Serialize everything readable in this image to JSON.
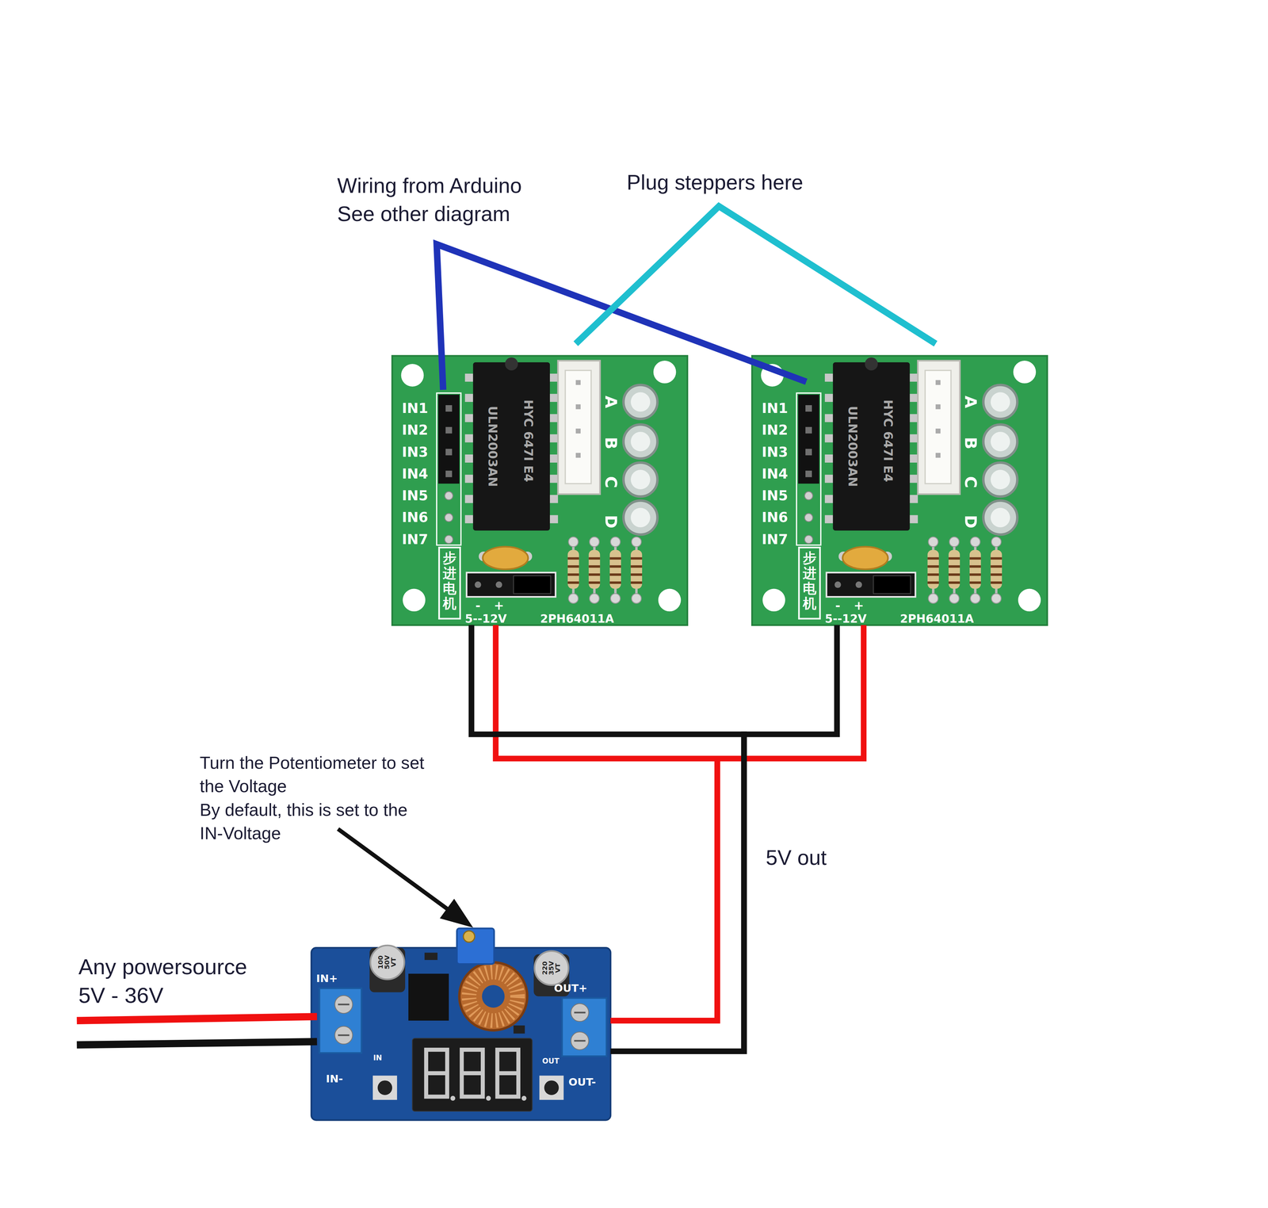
{
  "diagram": {
    "nodes": [
      {
        "text": [
          "IN1",
          "IN2",
          "IN3",
          "IN4",
          "IN5",
          "IN6",
          "IN7",
          "HYC 647I E4",
          "ULN2003AN",
          "A",
          "B",
          "C",
          "D",
          "步进电机",
          "-",
          "+",
          "5--12V",
          "2PH64011A"
        ]
      },
      {
        "text": [
          "IN1",
          "IN2",
          "IN3",
          "IN4",
          "IN5",
          "IN6",
          "IN7",
          "HYC 647I E4",
          "ULN2003AN",
          "A",
          "B",
          "C",
          "D",
          "步进电机",
          "-",
          "+",
          "5--12V",
          "2PH64011A"
        ]
      },
      {
        "text": [
          "IN+",
          "IN-",
          "OUT+",
          "OUT-",
          "IN",
          "OUT",
          "100 50V VT",
          "220 35V VT"
        ]
      }
    ],
    "edges": [
      {
        "from": 2,
        "to": 0,
        "arrow": "none"
      },
      {
        "from": 2,
        "to": 1,
        "arrow": "none"
      },
      {
        "from": 2,
        "to": 0,
        "arrow": "none"
      },
      {
        "from": 2,
        "to": 1,
        "arrow": "none"
      }
    ],
    "labels": [
      "Wiring from Arduino See other diagram",
      "Plug steppers here",
      "Turn the Potentiometer to set the Voltage",
      "By default, this is set to the IN-Voltage",
      "5V out",
      "Any powersource 5V - 36V"
    ]
  }
}
